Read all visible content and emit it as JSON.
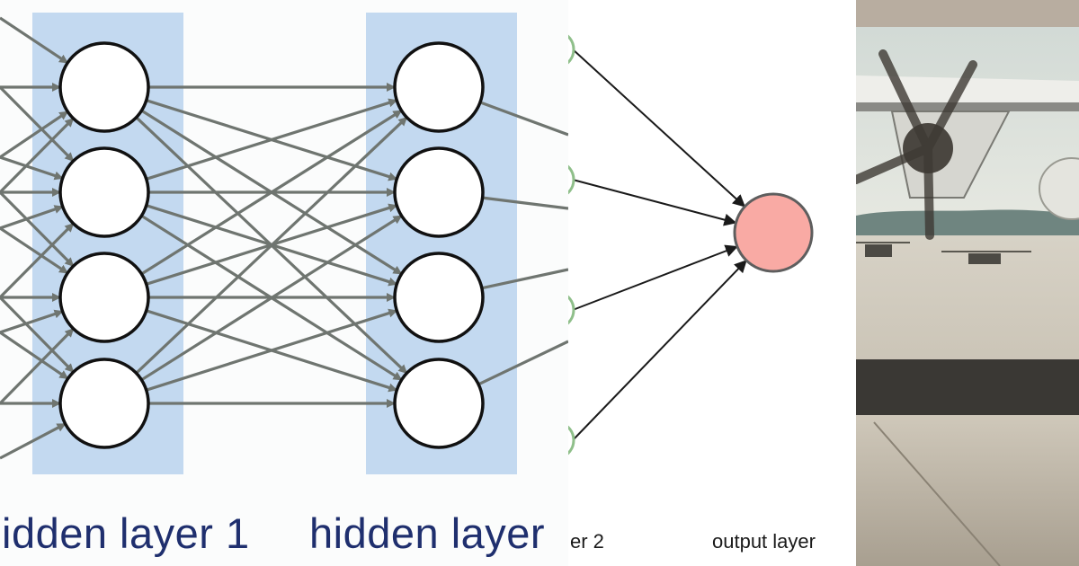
{
  "colors": {
    "layer_band": "#c3d9f0",
    "hidden_node_fill": "#ffffff",
    "hidden_node_stroke": "#111111",
    "edge": "#6f7570",
    "output_node_fill": "#f9aaa4",
    "output_node_stroke": "#5e5e5e",
    "label_left": "#1f2f6e",
    "label_right": "#1a1a1a"
  },
  "labels": {
    "hidden_layer_1": "idden layer 1",
    "hidden_layer_2_left": "hidden layer",
    "hidden_layer_2_tail": "er 2",
    "output_layer": "output layer"
  },
  "photo": {
    "icon": "tiltrotor-aircraft-photo"
  }
}
